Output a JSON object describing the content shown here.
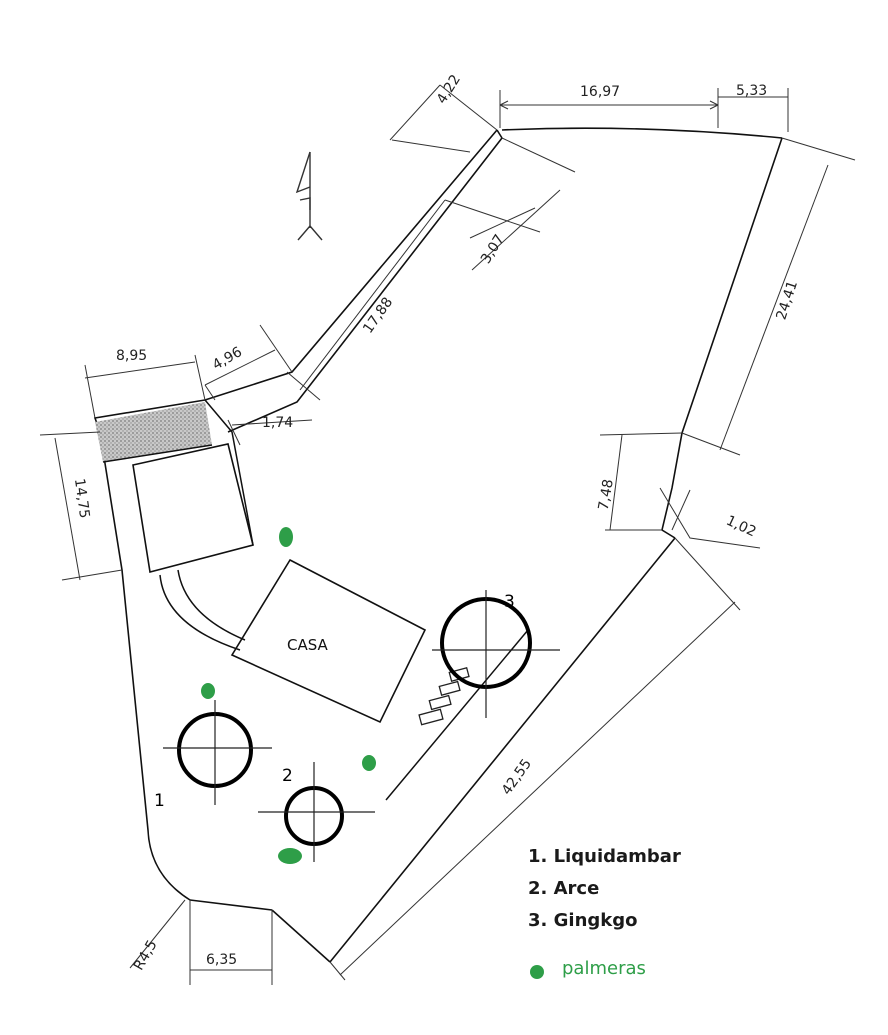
{
  "colors": {
    "line": "#111111",
    "palm": "#2e9e48",
    "hatch": "#9a9a9a",
    "legend_text": "#1a1a1a"
  },
  "labels": {
    "casa": "CASA"
  },
  "dimensions": {
    "d_4_22": "4,22",
    "d_16_97": "16,97",
    "d_5_33": "5,33",
    "d_3_07": "3,07",
    "d_24_41": "24,41",
    "d_17_88": "17,88",
    "d_8_95": "8,95",
    "d_4_96": "4,96",
    "d_1_74": "1,74",
    "d_14_75": "14,75",
    "d_7_48": "7,48",
    "d_1_02": "1,02",
    "d_42_55": "42,55",
    "d_r4_5": "R4,5",
    "d_6_35": "6,35"
  },
  "trees": {
    "t1": "1",
    "t2": "2",
    "t3": "3"
  },
  "legend": {
    "item1": "1. Liquidambar",
    "item2": "2. Arce",
    "item3": "3. Gingkgo",
    "palms": "palmeras"
  }
}
